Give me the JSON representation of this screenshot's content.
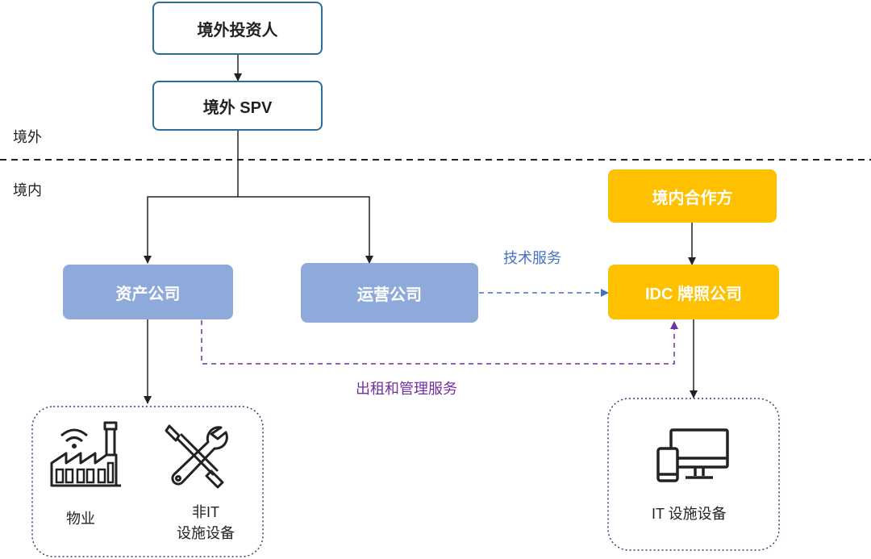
{
  "zones": {
    "offshore": "境外",
    "onshore": "境内"
  },
  "nodes": {
    "foreign_investor": "境外投资人",
    "foreign_spv": "境外 SPV",
    "asset_company": "资产公司",
    "operating_company": "运营公司",
    "domestic_partner": "境内合作方",
    "idc_license_company": "IDC 牌照公司"
  },
  "edges": {
    "tech_service": "技术服务",
    "lease_management_service": "出租和管理服务"
  },
  "groups": {
    "property": "物业",
    "non_it_line1": "非IT",
    "non_it_line2": "设施设备",
    "it_equipment": "IT 设施设备"
  },
  "icons": [
    "factory-icon",
    "tools-icon",
    "devices-icon"
  ],
  "colors": {
    "outline": "#2a6f9a",
    "blue_box": "#8eaadb",
    "gold_box": "#ffc000",
    "tech_line": "#4472c4",
    "lease_line": "#7030a0"
  }
}
